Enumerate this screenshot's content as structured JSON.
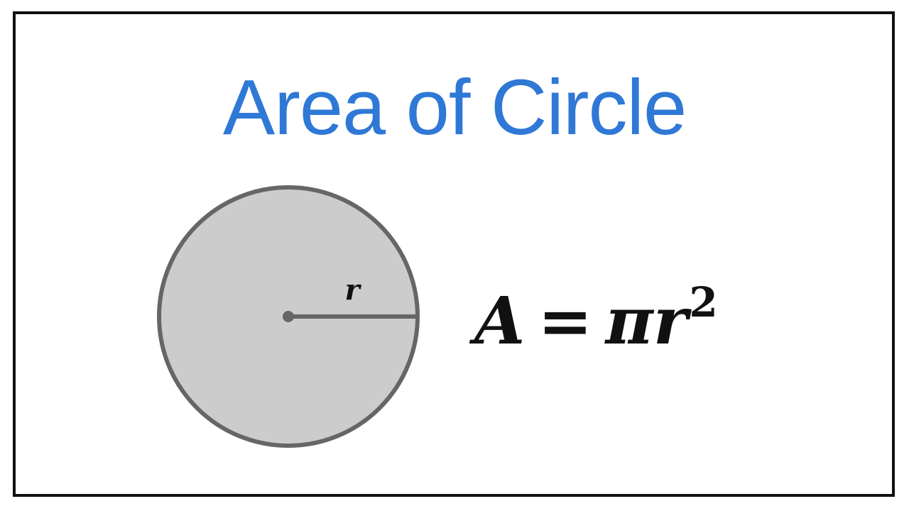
{
  "title": "Area of Circle",
  "colors": {
    "title": "#2f78d6",
    "circle_fill": "#cccccc",
    "circle_stroke": "#666666",
    "frame_border": "#111111",
    "formula_text": "#111111"
  },
  "diagram": {
    "radius_label": "r"
  },
  "formula": {
    "lhs": "A",
    "equals": "=",
    "pi": "π",
    "r": "r",
    "exponent": "2"
  }
}
